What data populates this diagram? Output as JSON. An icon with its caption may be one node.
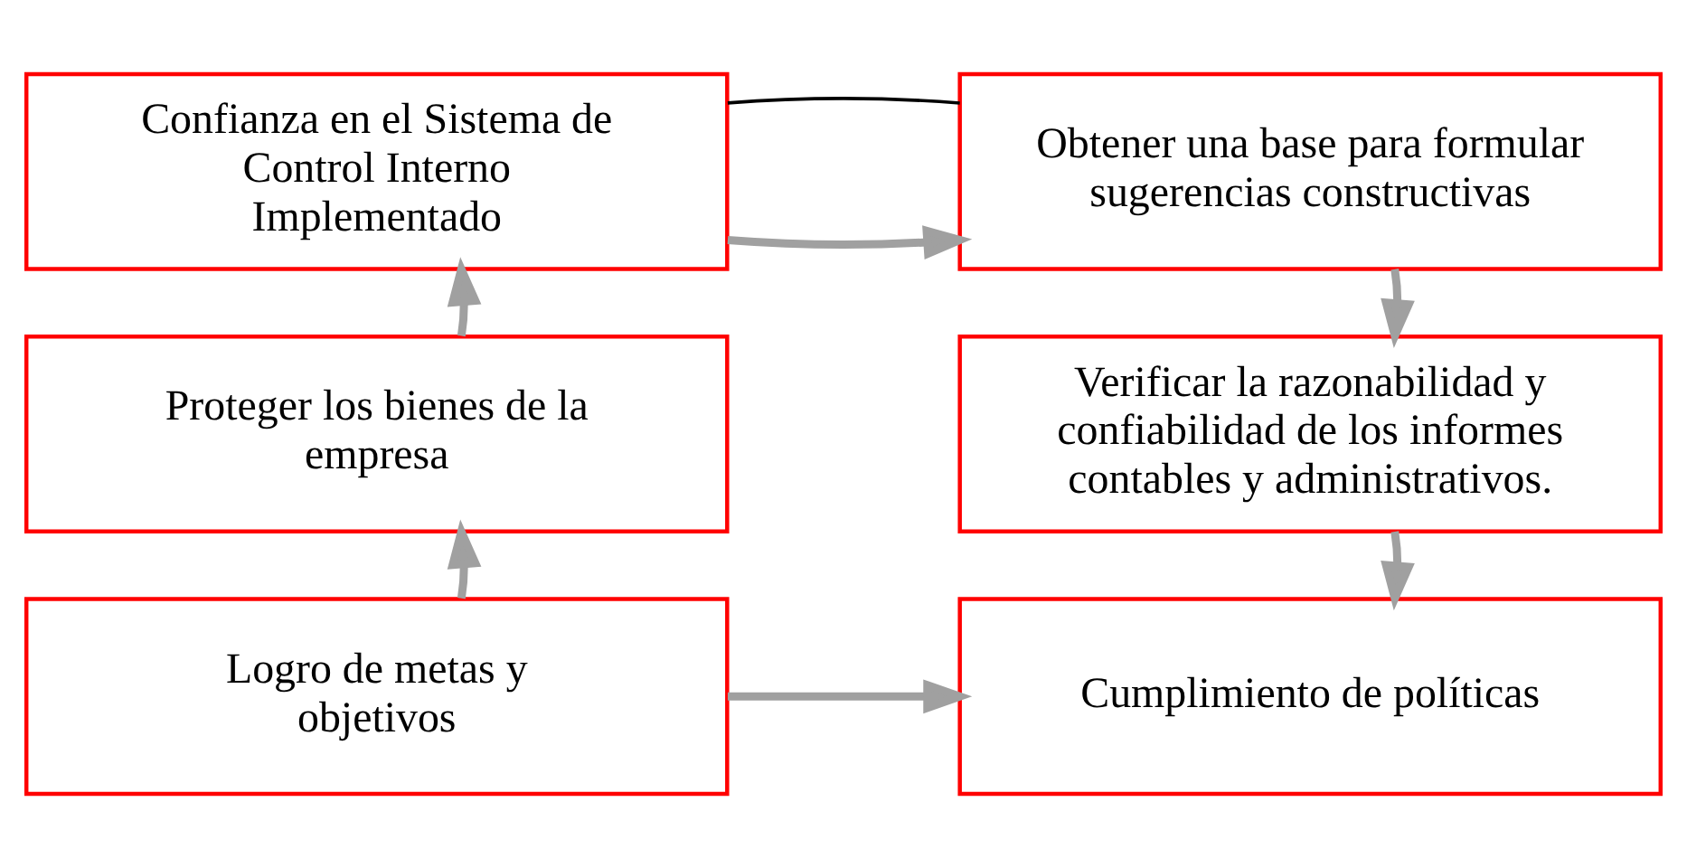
{
  "diagram": {
    "nodes": [
      {
        "text": [
          "Confianza en el Sistema de Control Interno Implementado"
        ]
      },
      {
        "text": [
          "Proteger los bienes de la empresa"
        ]
      },
      {
        "text": [
          "Logro de metas y objetivos"
        ]
      },
      {
        "text": [
          "Obtener una base para formular sugerencias constructivas"
        ]
      },
      {
        "text": [
          "Verificar la razonabilidad y confiabilidad de los informes contables y administrativos."
        ]
      },
      {
        "text": [
          "Cumplimiento de políticas"
        ]
      }
    ],
    "edges": [
      {
        "from": 2,
        "to": 1,
        "arrow": "to"
      },
      {
        "from": 1,
        "to": 0,
        "arrow": "to"
      },
      {
        "from": 0,
        "to": 3,
        "arrow": "to"
      },
      {
        "from": 0,
        "to": 3,
        "arrow": "none",
        "color": "#000000"
      },
      {
        "from": 3,
        "to": 4,
        "arrow": "to"
      },
      {
        "from": 4,
        "to": 5,
        "arrow": "to"
      },
      {
        "from": 2,
        "to": 5,
        "arrow": "to"
      }
    ]
  }
}
